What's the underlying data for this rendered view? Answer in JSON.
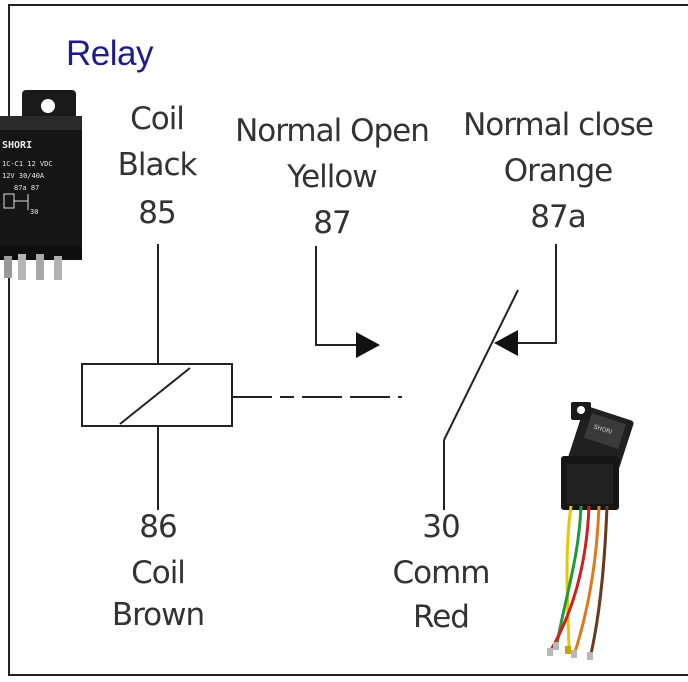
{
  "title": "Relay",
  "pins": {
    "p85": {
      "line1": "Coil",
      "line2": "Black",
      "number": "85"
    },
    "p87": {
      "line1": "Normal Open",
      "line2": "Yellow",
      "number": "87"
    },
    "p87a": {
      "line1": "Normal close",
      "line2": "Orange",
      "number": "87a"
    },
    "p86": {
      "number": "86",
      "line1": "Coil",
      "line2": "Brown"
    },
    "p30": {
      "number": "30",
      "line1": "Comm",
      "line2": "Red"
    }
  },
  "relay_photo": {
    "brand": "SHORI",
    "spec1": "1C-C1 12 VDC",
    "spec2": "12V  30/40A",
    "pins_label": "87a  87",
    "pin30_label": "30"
  },
  "harness_photo": {
    "brand": "SHORI"
  },
  "colors": {
    "title": "#1c1c8c",
    "line": "#222222",
    "label": "#333333",
    "wire_yellow": "#e6c800",
    "wire_green": "#1e9a3a",
    "wire_red": "#d21e1e",
    "wire_orange": "#e0781e",
    "wire_brown": "#6b3a1e"
  }
}
